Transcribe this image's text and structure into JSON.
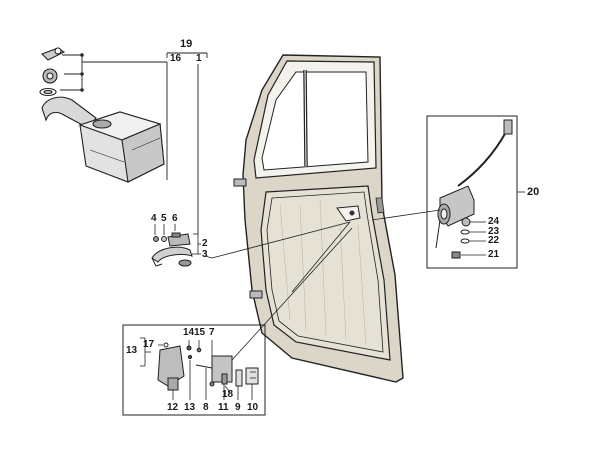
{
  "callouts": {
    "c1": "1",
    "c2": "2",
    "c3": "3",
    "c4": "4",
    "c5": "5",
    "c6": "6",
    "c7": "7",
    "c8": "8",
    "c9": "9",
    "c10": "10",
    "c11": "11",
    "c12": "12",
    "c13a": "13",
    "c13b": "13",
    "c14": "14",
    "c15": "15",
    "c16": "16",
    "c17": "17",
    "c18": "18",
    "c19": "19",
    "c20": "20",
    "c21": "21",
    "c22": "22",
    "c23": "23",
    "c24": "24"
  },
  "colors": {
    "line": "#222222",
    "door_fill": "#dcd6c8",
    "frame_fill": "#f4f2ec",
    "part_fill": "#d8d8d8"
  }
}
